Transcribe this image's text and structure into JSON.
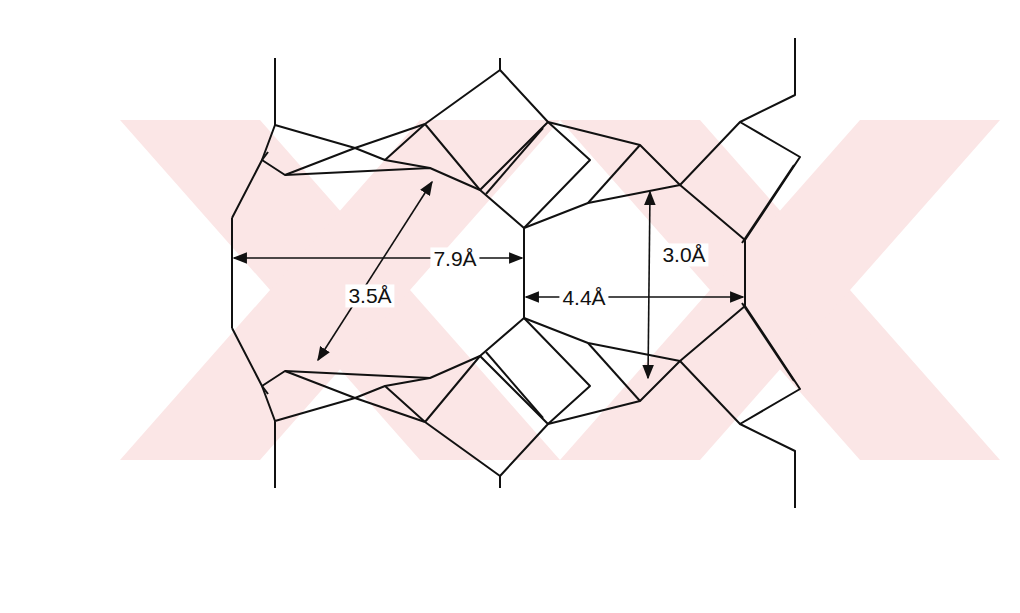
{
  "diagram": {
    "labels": [
      "7.9Å",
      "3.0Å",
      "3.5Å",
      "4.4Å"
    ]
  }
}
